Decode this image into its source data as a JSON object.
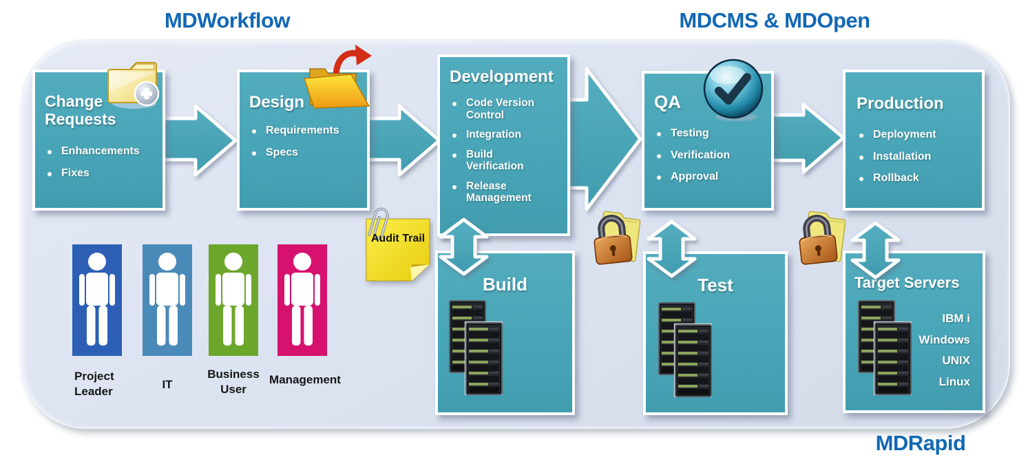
{
  "titles": {
    "workflow": "MDWorkflow",
    "cms_open": "MDCMS & MDOpen",
    "rapid": "MDRapid"
  },
  "colors": {
    "stage_teal": "#4AA6B8",
    "panel_background": "#DBE2F0",
    "title_blue": "#1268B4",
    "note_yellow": "#F7E12F",
    "folder_yellow": "#F5DC6E",
    "lock_orange": "#C9772E",
    "person_blue": "#2D5FB5",
    "person_steel_blue": "#4A8AB8",
    "person_green": "#6CA72C",
    "person_magenta": "#D6116E"
  },
  "stages": {
    "change_requests": {
      "title": "Change\nRequests",
      "bullets": [
        "Enhancements",
        "Fixes"
      ]
    },
    "design": {
      "title": "Design",
      "bullets": [
        "Requirements",
        "Specs"
      ]
    },
    "development": {
      "title": "Development",
      "bullets": [
        "Code Version\nControl",
        "Integration",
        "Build\nVerification",
        "Release\nManagement"
      ]
    },
    "qa": {
      "title": "QA",
      "bullets": [
        "Testing",
        "Verification",
        "Approval"
      ]
    },
    "production": {
      "title": "Production",
      "bullets": [
        "Deployment",
        "Installation",
        "Rollback"
      ]
    },
    "build": {
      "title": "Build"
    },
    "test": {
      "title": "Test"
    },
    "target_servers": {
      "title": "Target Servers",
      "platforms": [
        "IBM i",
        "Windows",
        "UNIX",
        "Linux"
      ]
    }
  },
  "roles": [
    {
      "label": "Project\nLeader",
      "color": "#2D5FB5"
    },
    {
      "label": "IT",
      "color": "#4A8AB8"
    },
    {
      "label": "Business\nUser",
      "color": "#6CA72C"
    },
    {
      "label": "Management",
      "color": "#D6116E"
    }
  ],
  "note": {
    "text": "Audit Trail"
  },
  "icons": {
    "new_change_folder": "folder-plus-icon",
    "design_folder": "folder-export-icon",
    "qa_badge": "check-badge-icon",
    "secured_lock": "lock-folder-icon",
    "servers": "server-rack-pair-icon",
    "paperclip": "paperclip-icon"
  }
}
